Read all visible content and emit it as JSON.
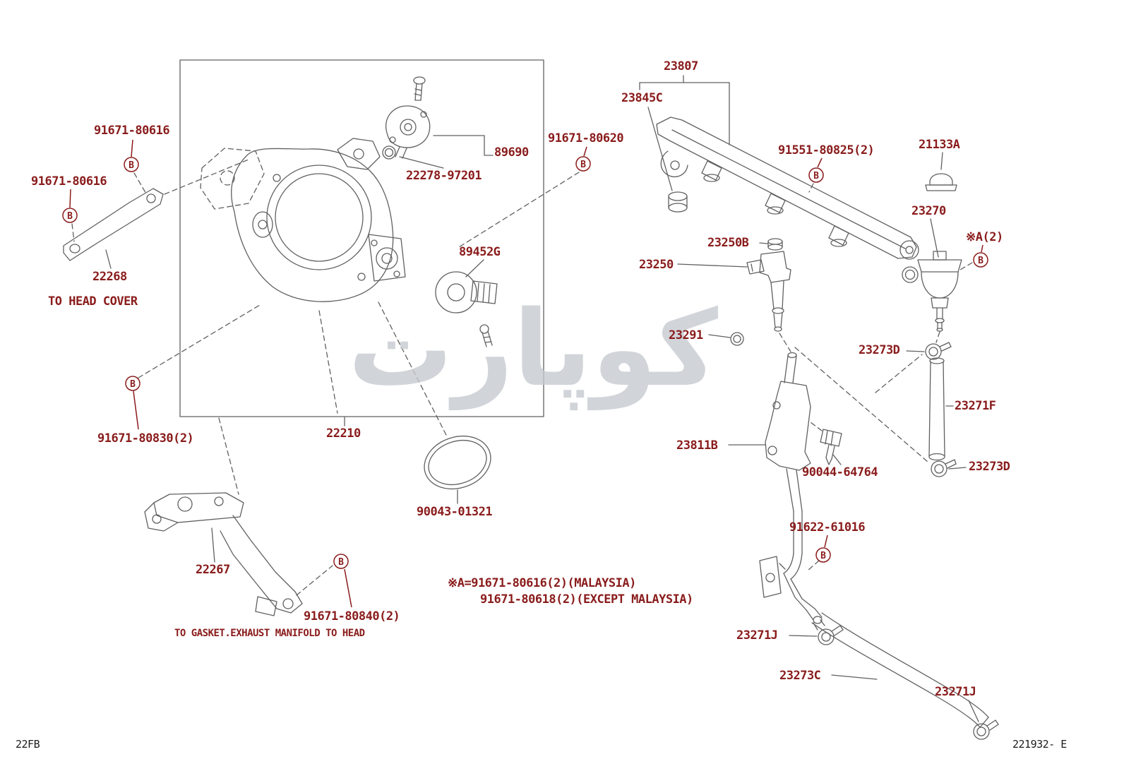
{
  "page": {
    "footer_code": "22FB",
    "footer_ref": "221932- E",
    "watermark": "كوپارت"
  },
  "colors": {
    "label": "#8a1c1c",
    "line": "#606060",
    "watermark": "#c6cad0",
    "background": "#ffffff"
  },
  "markers": {
    "b": "B"
  },
  "notes": {
    "to_head_cover": "TO HEAD COVER",
    "to_gasket": "TO GASKET.EXHAUST MANIFOLD TO HEAD",
    "a_line1": "※A=91671-80616(2)(MALAYSIA)",
    "a_line2": "91671-80618(2)(EXCEPT MALAYSIA)",
    "a_callout": "※A(2)"
  },
  "labels": {
    "p23807": "23807",
    "p23845c": "23845C",
    "p91671_80616_top": "91671-80616",
    "p91671_80616_left": "91671-80616",
    "p22268": "22268",
    "p91671_80620": "91671-80620",
    "p89690": "89690",
    "p22278_97201": "22278-97201",
    "p89452g": "89452G",
    "p91551_80825": "91551-80825(2)",
    "p21133a": "21133A",
    "p23270": "23270",
    "p23250b": "23250B",
    "p23250": "23250",
    "p23291": "23291",
    "p23273d_upper": "23273D",
    "p23271f": "23271F",
    "p23811b": "23811B",
    "p90044_64764": "90044-64764",
    "p23273d_lower": "23273D",
    "p91671_80830": "91671-80830(2)",
    "p22210": "22210",
    "p90043_01321": "90043-01321",
    "p22267": "22267",
    "p91671_80840": "91671-80840(2)",
    "p91622_61016": "91622-61016",
    "p23271j_mid": "23271J",
    "p23273c": "23273C",
    "p23271j_end": "23271J"
  }
}
